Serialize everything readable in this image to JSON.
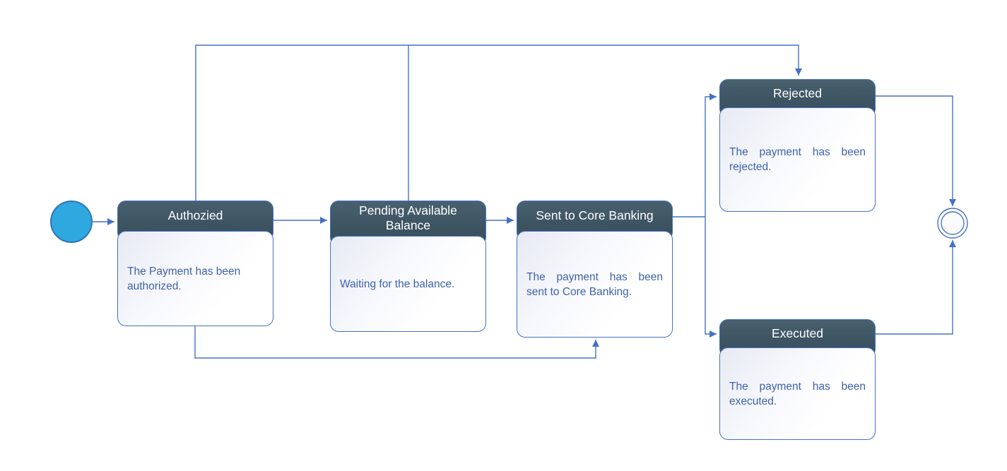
{
  "diagram": {
    "kind": "payment-state-machine",
    "states": {
      "start": {
        "kind": "initial-state"
      },
      "authorized": {
        "title": "Authozied",
        "description": "The Payment has been authorized.",
        "lines": [
          "The Payment has been",
          "authorized."
        ]
      },
      "pending": {
        "title": "Pending Available Balance",
        "description": "Waiting for the balance.",
        "lines": [
          "Waiting for the balance."
        ]
      },
      "sent": {
        "title": "Sent to Core Banking",
        "description": "The payment has been sent to Core Banking.",
        "lines": [
          "The payment has been",
          "sent to Core Banking."
        ]
      },
      "rejected": {
        "title": "Rejected",
        "description": "The payment has been rejected.",
        "lines": [
          "The payment has been",
          "rejected."
        ]
      },
      "executed": {
        "title": "Executed",
        "description": "The payment has been executed.",
        "lines": [
          "The payment has been",
          "executed."
        ]
      },
      "end": {
        "kind": "final-state"
      }
    },
    "transitions": [
      {
        "from": "start",
        "to": "authorized"
      },
      {
        "from": "authorized",
        "to": "pending"
      },
      {
        "from": "pending",
        "to": "sent"
      },
      {
        "from": "sent",
        "to": "rejected"
      },
      {
        "from": "sent",
        "to": "executed"
      },
      {
        "from": "authorized",
        "to": "rejected"
      },
      {
        "from": "pending",
        "to": "rejected"
      },
      {
        "from": "authorized",
        "to": "sent"
      },
      {
        "from": "rejected",
        "to": "end"
      },
      {
        "from": "executed",
        "to": "end"
      }
    ],
    "colors": {
      "header_fill": "#3D5463",
      "connector": "#4472C4",
      "body_text": "#3F62AB",
      "body_gradient_start": "#E7EAF4",
      "start_fill": "#2FA8DF",
      "start_stroke": "#2E75B6"
    }
  }
}
